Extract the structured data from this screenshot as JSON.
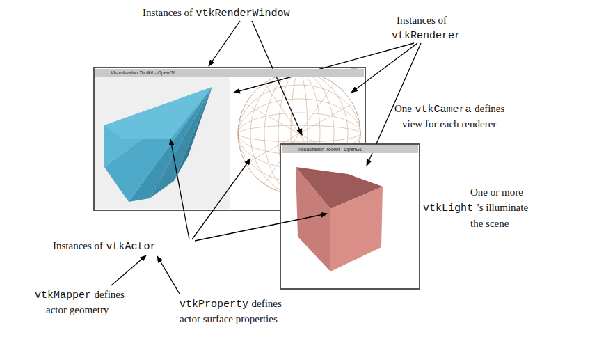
{
  "diagram": {
    "nodes": [
      {
        "text": [
          "Visualization Toolkit - OpenGL"
        ]
      },
      {
        "text": [
          "Visualization Toolkit - OpenGL"
        ]
      }
    ],
    "labels": [
      "Instances of",
      "vtkRenderWindow",
      "Instances of",
      "vtkRenderer",
      "One",
      "vtkCamera",
      "defines",
      "view for each renderer",
      "One or more",
      "vtkLight",
      "’s illuminate",
      "the scene",
      "Instances of",
      "vtkActor",
      "vtkMapper",
      "defines",
      "actor geometry",
      "vtkProperty",
      "defines",
      "actor surface properties"
    ]
  }
}
